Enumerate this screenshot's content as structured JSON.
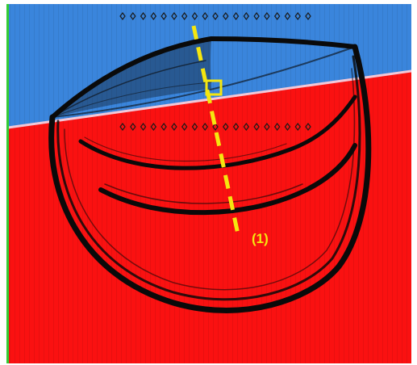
{
  "figure": {
    "colors": {
      "upper_layer": "#3a85dc",
      "lower_layer": "#fa1111",
      "interface_line": "#f2c8d8",
      "left_edge": "#33cc33",
      "survey_line": "#f5e60f",
      "marker": "#f5e60f",
      "wavefront": "#0a0a0a",
      "receivers": "#1a1a1a"
    },
    "receiver_rows": {
      "top_count": 19,
      "middle_count": 19,
      "marker_symbol": "diamond-icon"
    },
    "survey_line": {
      "label": "(1)",
      "style": "dashed"
    },
    "marker": {
      "shape": "square-outline-icon"
    }
  }
}
